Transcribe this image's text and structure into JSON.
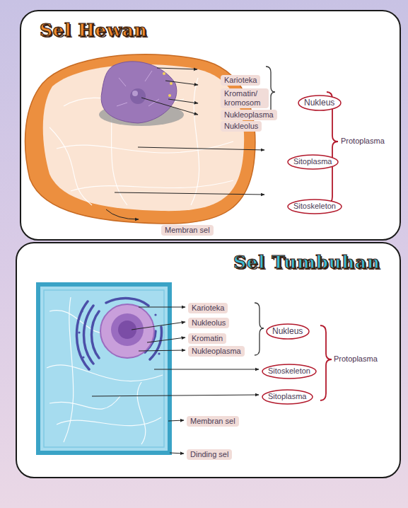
{
  "diagram": {
    "nodes": [
      {
        "text": [
          "Sel Hewan"
        ]
      },
      {
        "text": [
          "Karioteka"
        ],
        "in": 0
      },
      {
        "text": [
          "Kromatin/ kromosom"
        ],
        "in": 0
      },
      {
        "text": [
          "Nukleoplasma"
        ],
        "in": 0
      },
      {
        "text": [
          "Nukleolus"
        ],
        "in": 0
      },
      {
        "text": [
          "Nukleus"
        ],
        "in": 0
      },
      {
        "text": [
          "Sitoplasma"
        ],
        "in": 0
      },
      {
        "text": [
          "Sitoskeleton"
        ],
        "in": 0
      },
      {
        "text": [
          "Membran sel"
        ],
        "in": 0
      },
      {
        "text": [
          "Sel Tumbuhan"
        ]
      },
      {
        "text": [
          "Karioteka"
        ],
        "in": 9
      },
      {
        "text": [
          "Nukleolus"
        ],
        "in": 9
      },
      {
        "text": [
          "Kromatin"
        ],
        "in": 9
      },
      {
        "text": [
          "Nukleoplasma"
        ],
        "in": 9
      },
      {
        "text": [
          "Nukleus"
        ],
        "in": 9
      },
      {
        "text": [
          "Sitoskeleton"
        ],
        "in": 9
      },
      {
        "text": [
          "Sitoplasma"
        ],
        "in": 9
      },
      {
        "text": [
          "Membran sel"
        ],
        "in": 9
      },
      {
        "text": [
          "Dinding sel"
        ],
        "in": 9
      }
    ],
    "labels": [
      "Protoplasma",
      "Protoplasma"
    ]
  }
}
